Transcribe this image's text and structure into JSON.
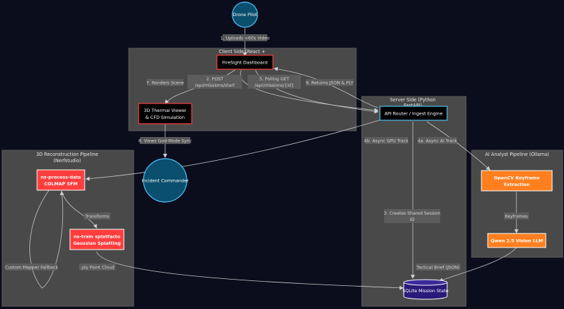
{
  "clusters": {
    "client": {
      "title": "Client Side (React +"
    },
    "server": {
      "title_line1": "Server Side (Python",
      "title_line2": "FastAPI)"
    },
    "recon": {
      "title_line1": "3D Reconstruction Pipeline",
      "title_line2": "(Nerfstudio)"
    },
    "ai": {
      "title": "AI Analyst Pipeline (Ollama)"
    }
  },
  "nodes": {
    "drone_pilot": "Drone Pilot",
    "firesight_dashboard": "FireSight Dashboard",
    "thermal_viewer_line1": "3D Thermal Viewer",
    "thermal_viewer_line2": "& CFD Simulation",
    "api_router": "API Router / Ingest Engine",
    "incident_commander": "Incident Commander",
    "ns_process_line1": "ns-process-data",
    "ns_process_line2": "COLMAP SFM",
    "ns_train_line1": "ns-train splatfacto",
    "ns_train_line2": "Gaussian Splatting",
    "opencv_line1": "OpenCV Keyframe",
    "opencv_line2": "Extraction",
    "qwen": "Qwen 2.5 Vision LLM",
    "sqlite": "SQLite Mission State"
  },
  "edges": {
    "uploads": "1. Uploads <60s Video",
    "post_line1": "2. POST",
    "post_line2": "/api/missions/start",
    "polling_line1": "5. Polling GET",
    "polling_line2": "/api/missions/{id}",
    "returns": "6. Returns JSON & PLY",
    "renders": "7. Renders Scene",
    "views": "8. Views God-Mode Sync",
    "async_gpu": "4b. Async GPU Track",
    "async_ai": "4a. Async AI Track",
    "shared_session_line1": "3. Creates Shared Session",
    "shared_session_line2": "ID",
    "transforms": "Transforms",
    "keyframes": "Keyframes",
    "tactical_brief": "Tactical Brief (JSON)",
    "ply_point_cloud": ".ply Point Cloud",
    "custom_mapper": "Custom Mapper Fallback"
  },
  "colors": {
    "background": "#0b0d1c",
    "cluster": "#494949",
    "circle_node": "#0b4f6e",
    "circle_stroke": "#4fc3f7",
    "dark_node": "#000000",
    "red_node": "#ff3d3d",
    "orange_node": "#ff7f1f",
    "sqlite": "#2a1a7a"
  }
}
